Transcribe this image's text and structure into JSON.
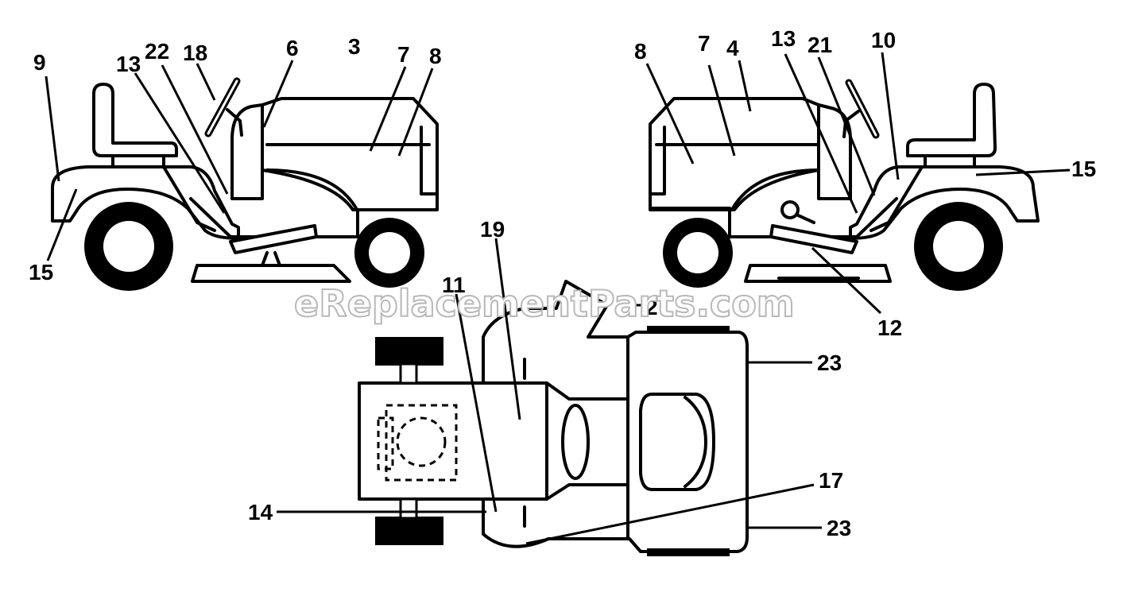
{
  "watermark": "eReplacementParts.com",
  "callouts": {
    "left_view": [
      "9",
      "13",
      "22",
      "18",
      "6",
      "3",
      "7",
      "8",
      "15"
    ],
    "right_view": [
      "8",
      "7",
      "4",
      "13",
      "21",
      "10",
      "15",
      "12"
    ],
    "top_view": [
      "19",
      "2",
      "11",
      "23",
      "14",
      "17",
      "23"
    ]
  }
}
